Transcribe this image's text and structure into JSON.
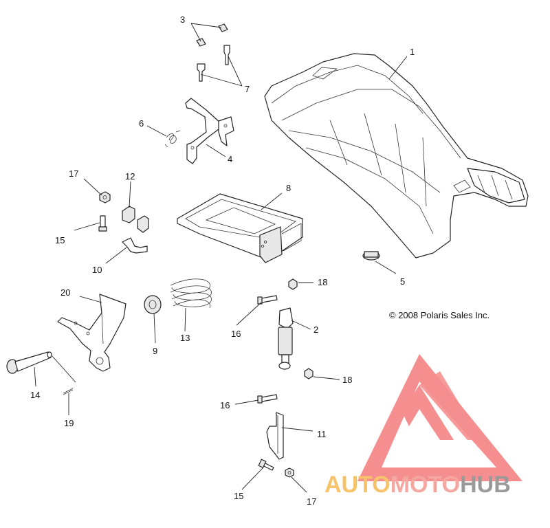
{
  "diagram": {
    "copyright": "© 2008 Polaris Sales Inc.",
    "callouts": [
      {
        "id": "c1",
        "label": "1"
      },
      {
        "id": "c2",
        "label": "2"
      },
      {
        "id": "c3",
        "label": "3"
      },
      {
        "id": "c4",
        "label": "4"
      },
      {
        "id": "c5",
        "label": "5"
      },
      {
        "id": "c6",
        "label": "6"
      },
      {
        "id": "c7",
        "label": "7"
      },
      {
        "id": "c8",
        "label": "8"
      },
      {
        "id": "c9",
        "label": "9"
      },
      {
        "id": "c10",
        "label": "10"
      },
      {
        "id": "c11",
        "label": "11"
      },
      {
        "id": "c12",
        "label": "12"
      },
      {
        "id": "c13",
        "label": "13"
      },
      {
        "id": "c14",
        "label": "14"
      },
      {
        "id": "c15a",
        "label": "15"
      },
      {
        "id": "c15b",
        "label": "15"
      },
      {
        "id": "c16a",
        "label": "16"
      },
      {
        "id": "c16b",
        "label": "16"
      },
      {
        "id": "c17a",
        "label": "17"
      },
      {
        "id": "c17b",
        "label": "17"
      },
      {
        "id": "c18a",
        "label": "18"
      },
      {
        "id": "c18b",
        "label": "18"
      },
      {
        "id": "c19",
        "label": "19"
      },
      {
        "id": "c20",
        "label": "20"
      }
    ]
  },
  "watermark": {
    "part1": "AUTO",
    "part2": "MOTO",
    "part3": "HUB",
    "color_auto": "#f7c36a",
    "color_moto": "#f4a6a0",
    "color_hub": "#9a9a9a",
    "logo_color": "#f47b7b"
  }
}
